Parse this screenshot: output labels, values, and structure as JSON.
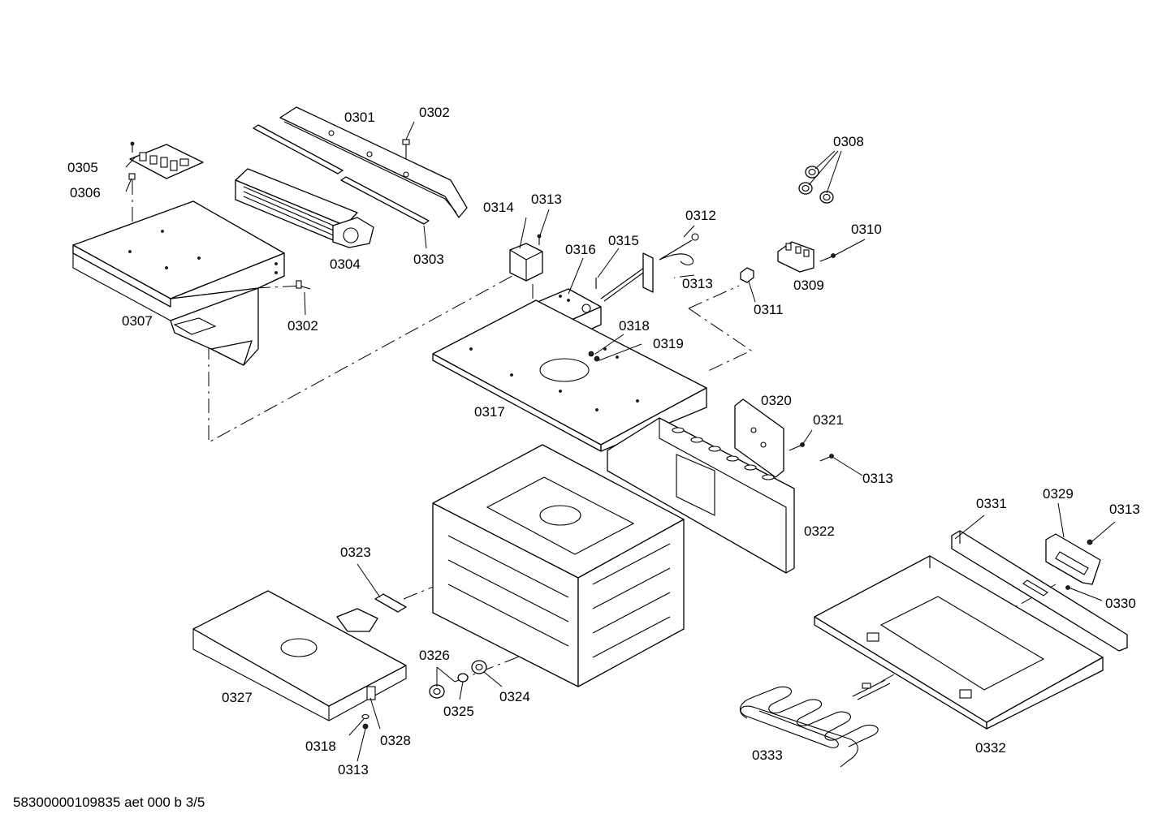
{
  "footer": {
    "reference": "58300000109835 aet 000 b 3/5"
  },
  "labels": {
    "p0301": "0301",
    "p0302a": "0302",
    "p0302b": "0302",
    "p0303": "0303",
    "p0304": "0304",
    "p0305": "0305",
    "p0306": "0306",
    "p0307": "0307",
    "p0308": "0308",
    "p0309": "0309",
    "p0310": "0310",
    "p0311": "0311",
    "p0312": "0312",
    "p0313a": "0313",
    "p0313b": "0313",
    "p0313c": "0313",
    "p0313d": "0313",
    "p0313e": "0313",
    "p0314": "0314",
    "p0315": "0315",
    "p0316": "0316",
    "p0317": "0317",
    "p0318a": "0318",
    "p0318b": "0318",
    "p0319": "0319",
    "p0320": "0320",
    "p0321": "0321",
    "p0322": "0322",
    "p0323": "0323",
    "p0324": "0324",
    "p0325": "0325",
    "p0326": "0326",
    "p0327": "0327",
    "p0328": "0328",
    "p0329": "0329",
    "p0330": "0330",
    "p0331": "0331",
    "p0332": "0332",
    "p0333": "0333"
  }
}
